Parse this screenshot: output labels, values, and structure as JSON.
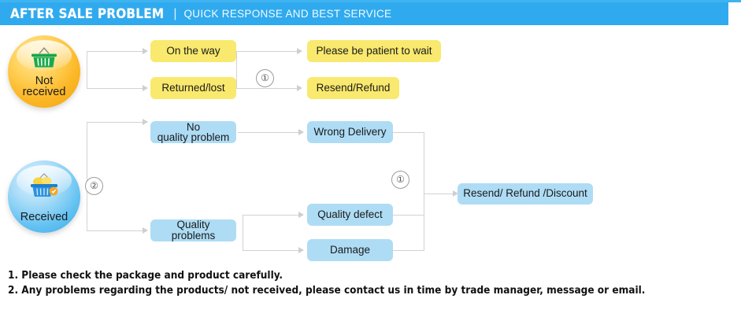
{
  "header": {
    "title": "AFTER SALE PROBLEM",
    "separator": "|",
    "subtitle": "QUICK RESPONSE AND BEST SERVICE",
    "bar_color": "#30aaee"
  },
  "nodes": {
    "not_received": {
      "label_line1": "Not",
      "label_line2": "received",
      "icon": "shopping-basket-icon",
      "color": "#fcb827"
    },
    "received": {
      "label": "Received",
      "icon": "full-shopping-basket-icon",
      "color": "#64c2f2"
    }
  },
  "boxes": {
    "on_the_way": "On the way",
    "returned_lost": "Returned/lost",
    "please_wait": "Please be patient to wait",
    "resend_refund": "Resend/Refund",
    "no_quality_problem_line1": "No",
    "no_quality_problem_line2": "quality problem",
    "quality_problems": "Quality problems",
    "wrong_delivery": "Wrong Delivery",
    "quality_defect": "Quality defect",
    "damage": "Damage",
    "resend_refund_discount": "Resend/ Refund /Discount"
  },
  "markers": {
    "top_one": "①",
    "left_two": "②",
    "right_one": "①"
  },
  "colors": {
    "yellow_box": "#f9e96e",
    "blue_box": "#aedcf5",
    "connector": "#d2d2d2"
  },
  "footer": {
    "line1": "1. Please check the package and product carefully.",
    "line2": "2. Any problems regarding the products/ not received, please contact us in time by trade manager, message or email."
  }
}
